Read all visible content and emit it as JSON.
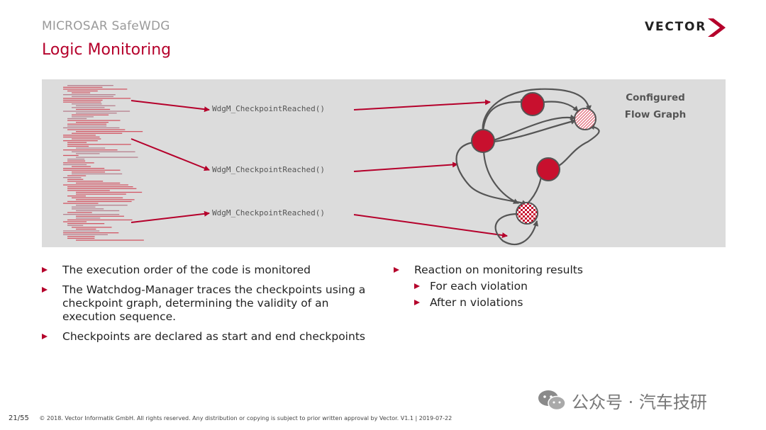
{
  "header": {
    "subtitle": "MICROSAR SafeWDG",
    "title": "Logic Monitoring",
    "logo_text": "VECTOR"
  },
  "diagram": {
    "calls": [
      "WdgM_CheckpointReached()",
      "WdgM_CheckpointReached()",
      "WdgM_CheckpointReached()"
    ],
    "graph_label_line1": "Configured",
    "graph_label_line2": "Flow Graph"
  },
  "bullets_left": [
    "The execution order of the code is monitored",
    "The Watchdog-Manager traces the checkpoints using a checkpoint graph, determining the validity of an execution sequence.",
    "Checkpoints are declared as start and end checkpoints"
  ],
  "bullets_right": {
    "main": "Reaction on monitoring results",
    "sub": [
      "For each violation",
      "After n violations"
    ]
  },
  "footer": {
    "page": "21/55",
    "copyright": "© 2018. Vector Informatik GmbH. All rights reserved. Any distribution or copying is subject to prior written approval by Vector. V1.1 | 2019-07-22"
  },
  "watermark": "公众号 · 汽车技研",
  "colors": {
    "accent": "#b5002b",
    "panel": "#dcdcdc"
  },
  "icons": [
    "vector-chevron-icon",
    "wechat-icon"
  ]
}
